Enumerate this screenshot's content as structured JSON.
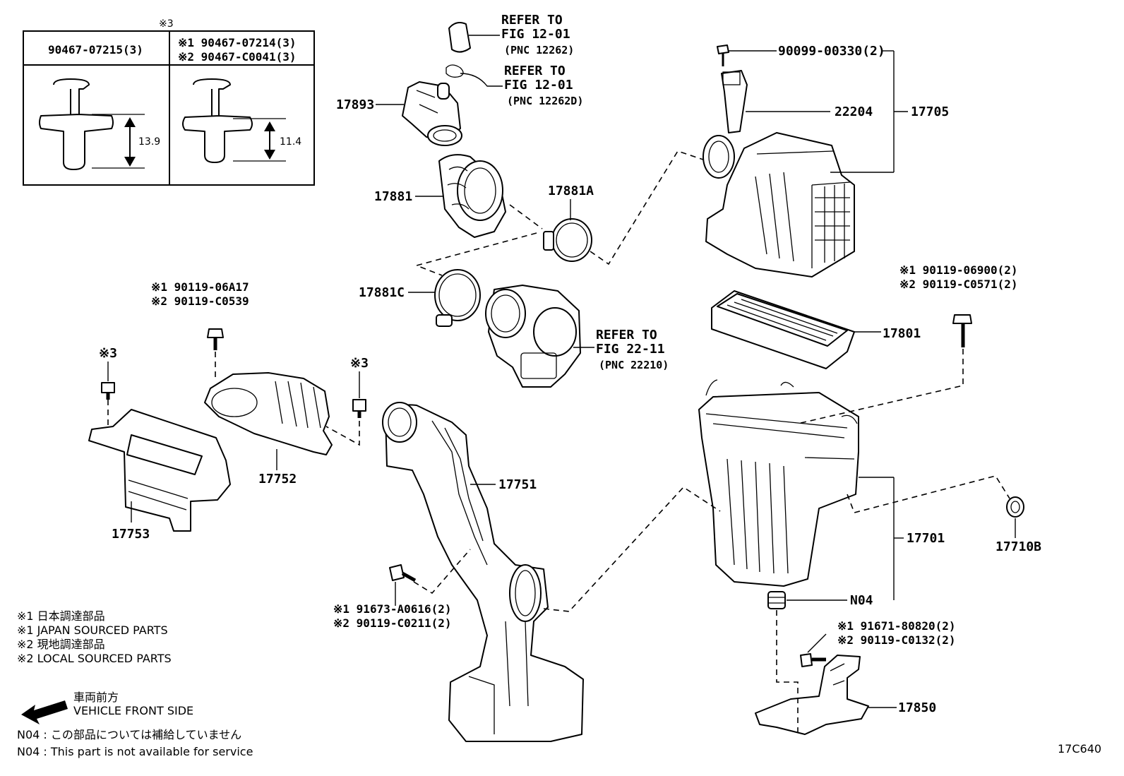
{
  "clip_table": {
    "header_mark": "※3",
    "col1_part": "90467-07215(3)",
    "col2_line1": "※1 90467-07214(3)",
    "col2_line2": "※2 90467-C0041(3)",
    "dim1": "13.9",
    "dim2": "11.4"
  },
  "refs": {
    "ref1": {
      "title": "REFER TO",
      "fig": "FIG 12-01",
      "pnc": "(PNC 12262)"
    },
    "ref2": {
      "title": "REFER TO",
      "fig": "FIG 12-01",
      "pnc": "(PNC 12262D)"
    },
    "ref3": {
      "title": "REFER TO",
      "fig": "FIG 22-11",
      "pnc": "(PNC 22210)"
    }
  },
  "parts": {
    "p17893": "17893",
    "p17881": "17881",
    "p17881A": "17881A",
    "p17881C": "17881C",
    "p90099": "90099-00330(2)",
    "p22204": "22204",
    "p17705": "17705",
    "p17801": "17801",
    "p17701": "17701",
    "p17710B": "17710B",
    "pN04": "N04",
    "p17850": "17850",
    "p17751": "17751",
    "p17752": "17752",
    "p17753": "17753",
    "mark3_a": "※3",
    "mark3_b": "※3",
    "bolt_left_1": "※1 90119-06A17",
    "bolt_left_2": "※2 90119-C0539",
    "bolt_right_1": "※1 90119-06900(2)",
    "bolt_right_2": "※2 90119-C0571(2)",
    "bolt_mid_1": "※1 91673-A0616(2)",
    "bolt_mid_2": "※2 90119-C0211(2)",
    "bolt_low_1": "※1 91671-80820(2)",
    "bolt_low_2": "※2 90119-C0132(2)"
  },
  "legend": {
    "l1": "※1  日本調達部品",
    "l2": "※1  JAPAN SOURCED PARTS",
    "l3": "※2  現地調達部品",
    "l4": "※2  LOCAL SOURCED PARTS",
    "front_jp": "車両前方",
    "front_en": "VEHICLE FRONT SIDE",
    "n04_jp": "N04 : この部品については補給していません",
    "n04_en": "N04 : This part is not available for service"
  },
  "figure_id": "17C640"
}
